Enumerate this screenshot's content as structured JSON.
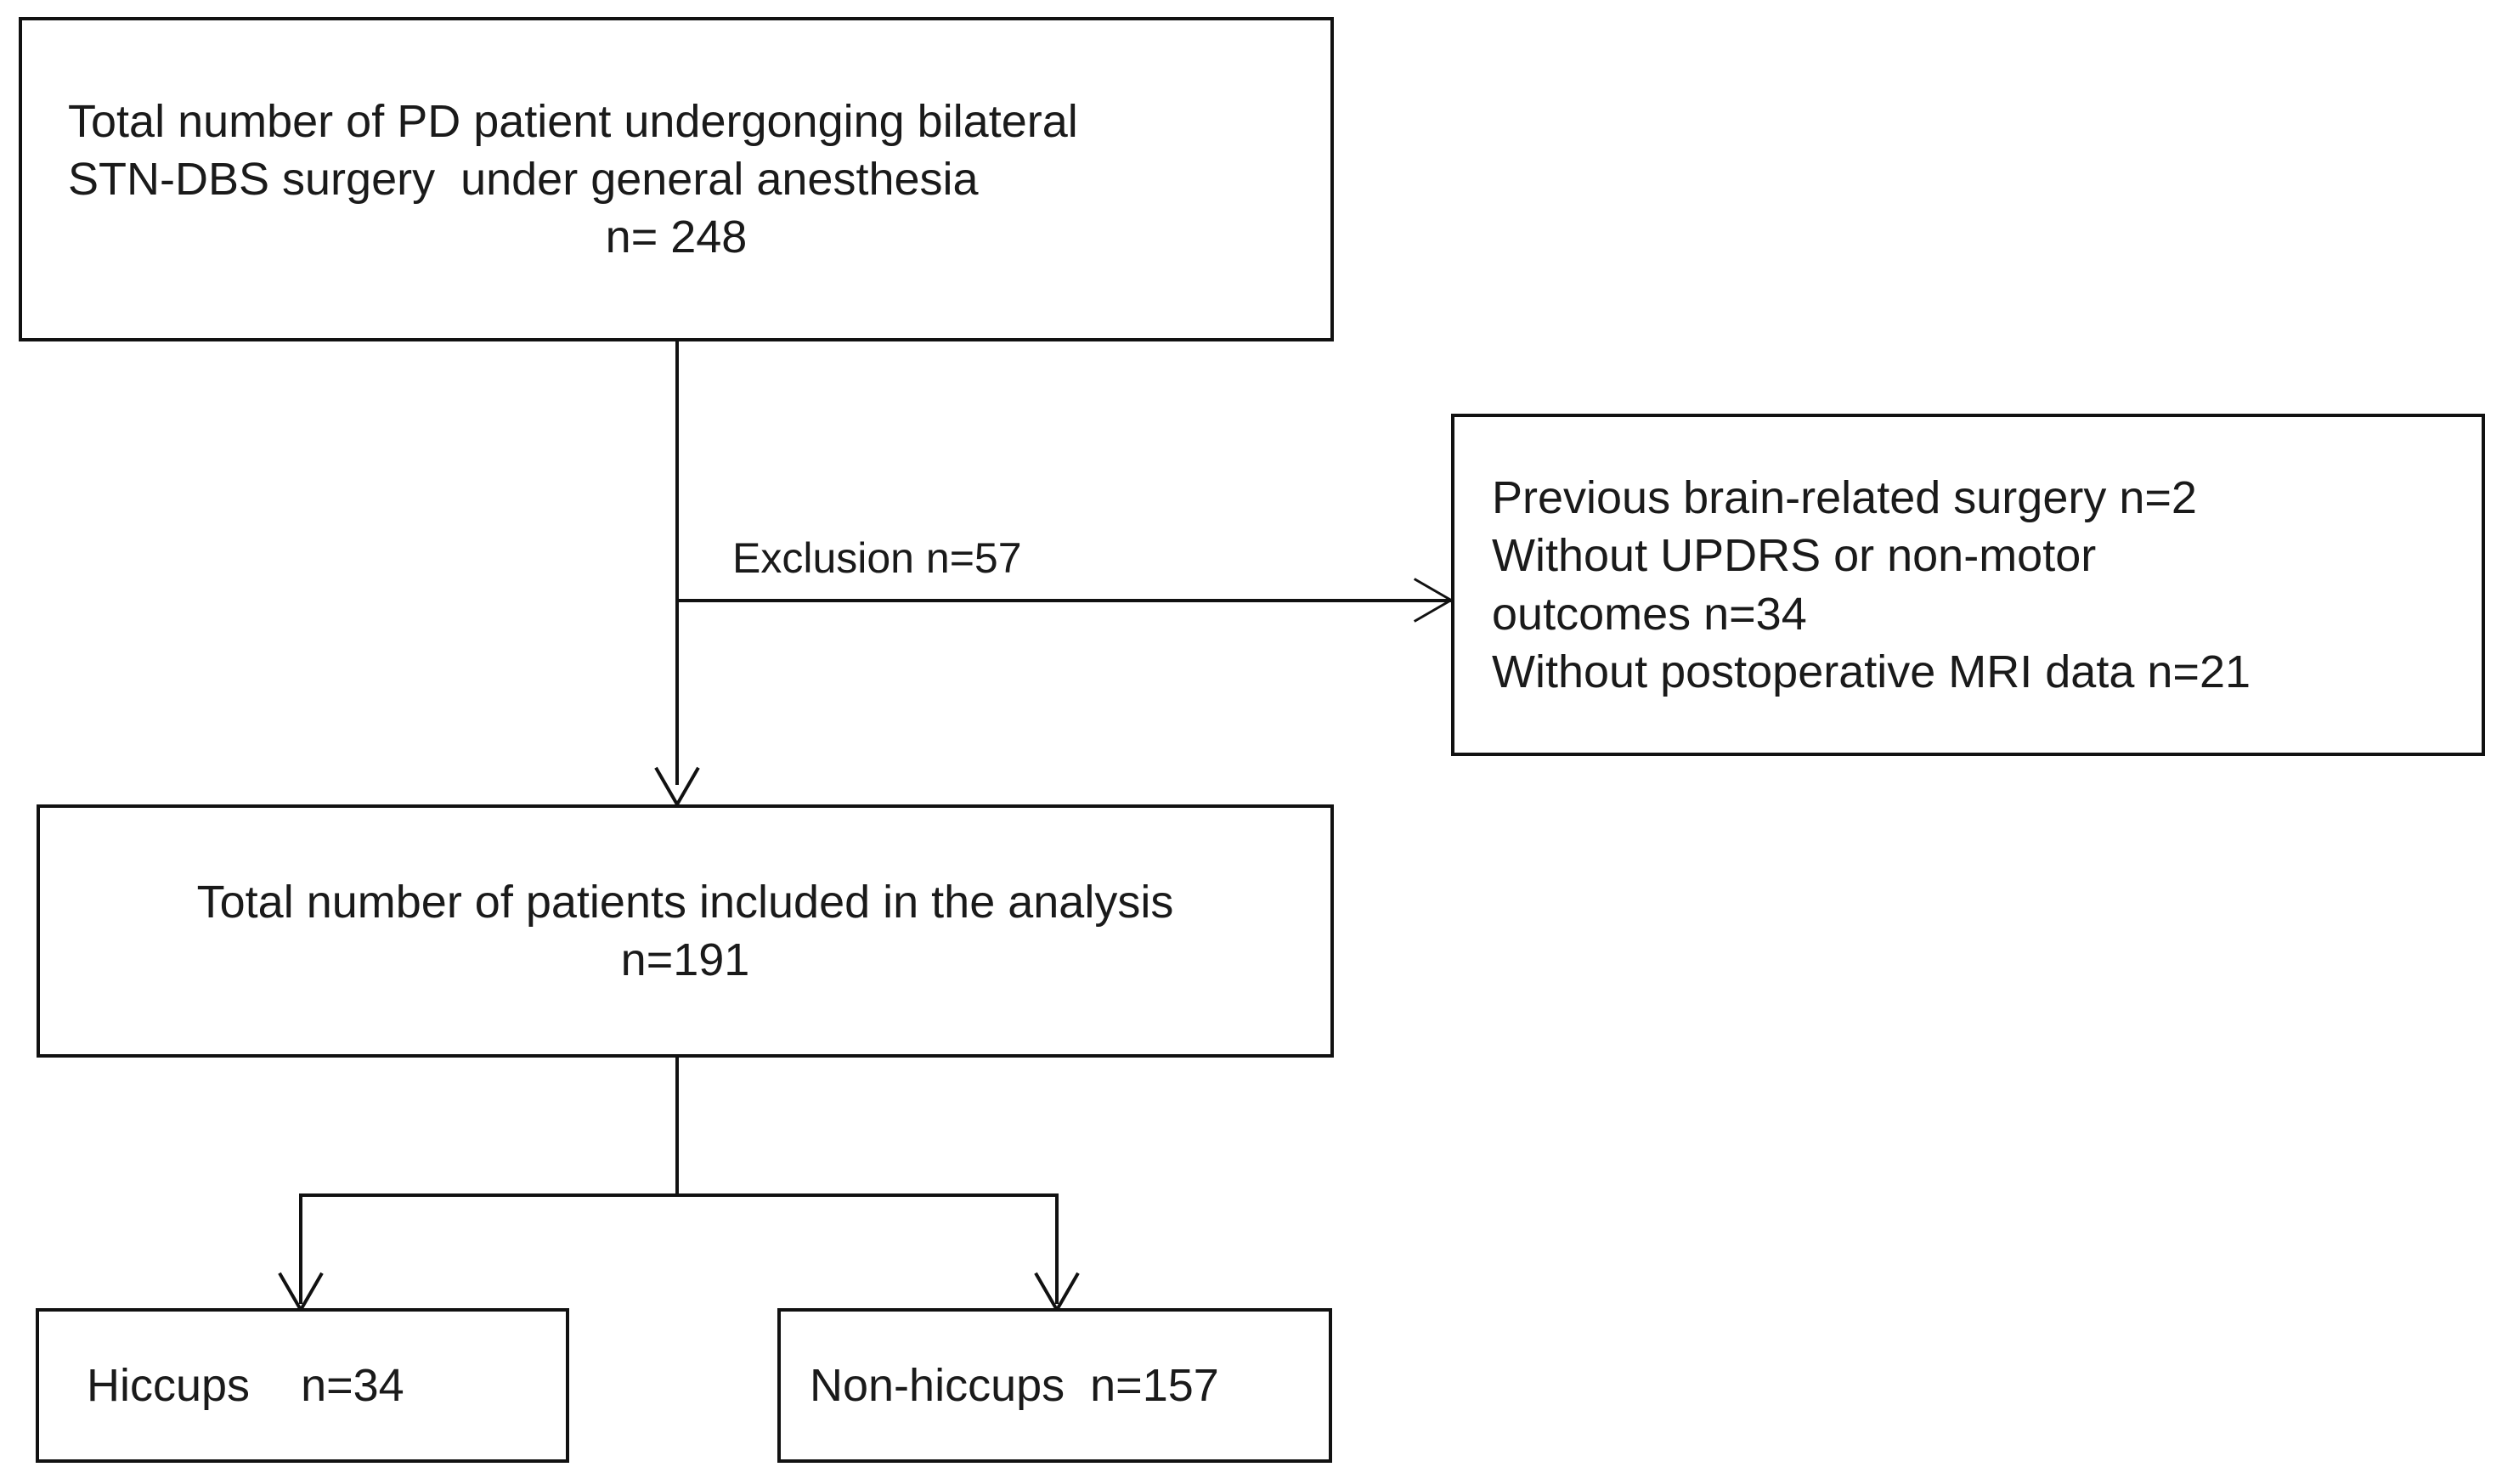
{
  "diagram": {
    "type": "flowchart",
    "title": "Patient selection flow diagram",
    "accent_color": "#111111",
    "background_color": "#ffffff",
    "text_color": "#1a1a1a"
  },
  "boxes": {
    "total_enrolled": {
      "line1": "Total number of PD patient undergonging bilateral",
      "line2": "STN-DBS surgery  under general anesthesia",
      "line3": "n= 248",
      "count": 248
    },
    "exclusion_detail": {
      "line1": "Previous brain-related surgery n=2",
      "line2": "Without UPDRS or non-motor",
      "line3": "outcomes n=34",
      "line4": "Without postoperative MRI data n=21",
      "reasons": [
        {
          "reason": "Previous brain-related surgery",
          "n": 2
        },
        {
          "reason": "Without UPDRS or non-motor outcomes",
          "n": 34
        },
        {
          "reason": "Without postoperative MRI data",
          "n": 21
        }
      ]
    },
    "included": {
      "line1": "Total number of patients included in the analysis",
      "line2": "n=191",
      "count": 191
    },
    "hiccups": {
      "line1": "Hiccups    n=34",
      "label": "Hiccups",
      "count": 34
    },
    "non_hiccups": {
      "line1": "Non-hiccups  n=157",
      "label": "Non-hiccups",
      "count": 157
    }
  },
  "edges": {
    "exclusion_label": "Exclusion n=57",
    "exclusion_count": 57
  }
}
